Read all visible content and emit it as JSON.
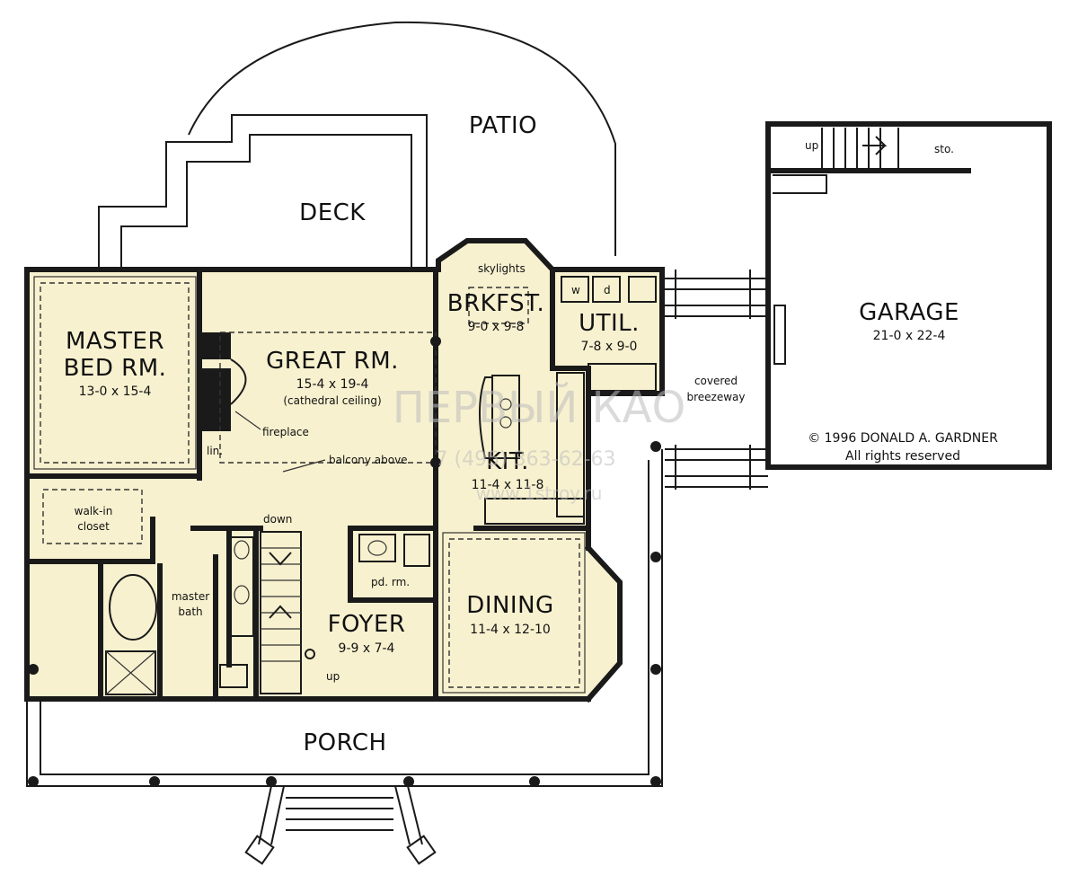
{
  "rooms": {
    "patio": {
      "name": "PATIO"
    },
    "deck": {
      "name": "DECK"
    },
    "master_bed": {
      "name_line1": "MASTER",
      "name_line2": "BED RM.",
      "dims": "13-0 x 15-4"
    },
    "great_rm": {
      "name": "GREAT RM.",
      "dims": "15-4 x 19-4",
      "note": "(cathedral ceiling)"
    },
    "brkfst": {
      "name": "BRKFST.",
      "dims": "9-0 x 9-8"
    },
    "util": {
      "name": "UTIL.",
      "dims": "7-8 x 9-0"
    },
    "kit": {
      "name": "KIT.",
      "dims": "11-4 x 11-8"
    },
    "garage": {
      "name": "GARAGE",
      "dims": "21-0 x 22-4"
    },
    "foyer": {
      "name": "FOYER",
      "dims": "9-9 x 7-4"
    },
    "dining": {
      "name": "DINING",
      "dims": "11-4 x 12-10"
    },
    "porch": {
      "name": "PORCH"
    }
  },
  "labels": {
    "skylights": "skylights",
    "fireplace": "fireplace",
    "balcony_above": "balcony above",
    "lin": "lin.",
    "walk_in_line1": "walk-in",
    "walk_in_line2": "closet",
    "master_bath_line1": "master",
    "master_bath_line2": "bath",
    "down": "down",
    "up_stair": "up",
    "pd_rm": "pd. rm.",
    "covered_line1": "covered",
    "covered_line2": "breezeway",
    "garage_up": "up",
    "sto": "sto.",
    "washer": "w",
    "dryer": "d"
  },
  "copyright": {
    "line1": "© 1996 DONALD A. GARDNER",
    "line2": "All rights reserved"
  },
  "watermark": {
    "brand": "ПЕРВЫЙ КАО",
    "phone": "7 (495) 363-62-63",
    "site": "www.1stroy.ru"
  }
}
